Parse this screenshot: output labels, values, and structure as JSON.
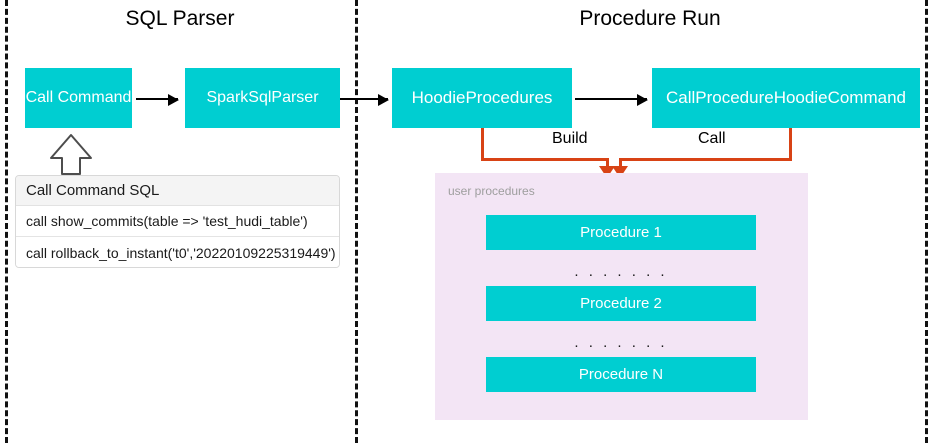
{
  "diagram": {
    "title_left": "SQL Parser",
    "title_right": "Procedure Run"
  },
  "sql_parser": {
    "nodes": [
      {
        "label": "Call Command",
        "name": "call-command"
      },
      {
        "label": "SparkSqlParser",
        "name": "spark-sql-parser"
      }
    ],
    "sql_table": {
      "header": "Call Command SQL",
      "rows": [
        "call show_commits(table => 'test_hudi_table')",
        "call rollback_to_instant('t0','20220109225319449')"
      ]
    }
  },
  "procedure_run": {
    "nodes": [
      {
        "label": "HoodieProcedures",
        "name": "hoodie-procedures"
      },
      {
        "label": "CallProcedureHoodieCommand",
        "name": "call-procedure-hoodie-command"
      }
    ],
    "connector_labels": {
      "build": "Build",
      "call": "Call"
    },
    "user_procedures": {
      "label": "user procedures",
      "items": [
        {
          "label": "Procedure 1"
        },
        {
          "label": "Procedure 2"
        },
        {
          "label": "Procedure N"
        }
      ],
      "ellipsis": ". . . . . . ."
    }
  },
  "colors": {
    "node_fill": "#00CED1",
    "node_text": "#FFFFFF",
    "panel_fill": "#F3E5F5",
    "connector_orange": "#D84315",
    "connector_black": "#000000",
    "divider": "#111111"
  }
}
